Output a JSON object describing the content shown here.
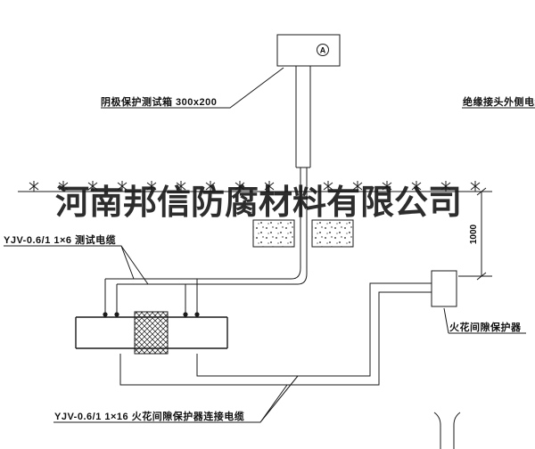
{
  "page": {
    "background": "#ffffff",
    "line_color": "#1a1a1a"
  },
  "watermark": {
    "text": "河南邦信防腐材料有限公司"
  },
  "labels": {
    "test_box": "阴极保护测试箱 300x200",
    "insulated_joint_cable": "绝缘接头外侧电缆",
    "test_cable": "YJV-0.6/1 1×6 测试电缆",
    "spark_gap_protector": "火花间隙保护器",
    "protector_connection_cable": "YJV-0.6/1 1×16 火花间隙保护器连接电缆",
    "dimension_1000": "1000",
    "test_box_marker": "A"
  }
}
